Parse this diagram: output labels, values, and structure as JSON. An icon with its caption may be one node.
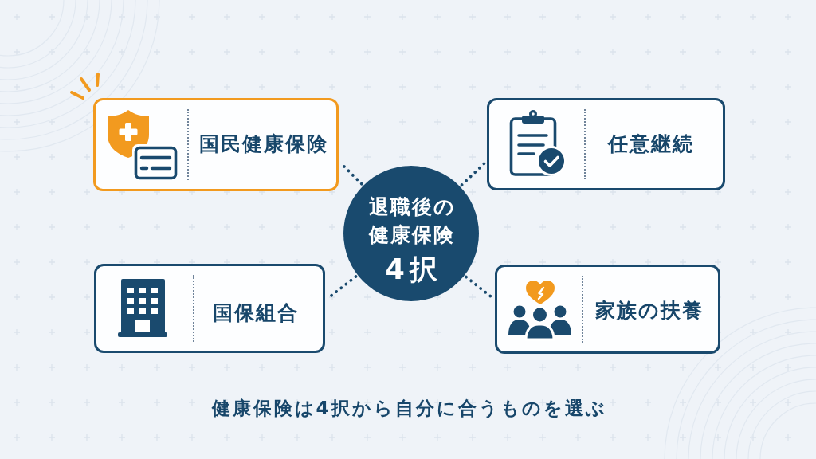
{
  "diagram": {
    "caption": "健康保険は4択から自分に合うものを選ぶ",
    "nodes": [
      {
        "text": [
          "国民健康保険"
        ]
      },
      {
        "text": [
          "任意継続"
        ]
      },
      {
        "text": [
          "退職後の健康保険",
          "4択"
        ]
      },
      {
        "text": [
          "国保組合"
        ]
      },
      {
        "text": [
          "家族の扶養"
        ]
      }
    ],
    "edges": [
      {
        "from": 2,
        "to": 0,
        "arrow": "none",
        "style": "dashed"
      },
      {
        "from": 2,
        "to": 1,
        "arrow": "none",
        "style": "dashed"
      },
      {
        "from": 2,
        "to": 3,
        "arrow": "none",
        "style": "dashed"
      },
      {
        "from": 2,
        "to": 4,
        "arrow": "none",
        "style": "dashed"
      }
    ]
  }
}
